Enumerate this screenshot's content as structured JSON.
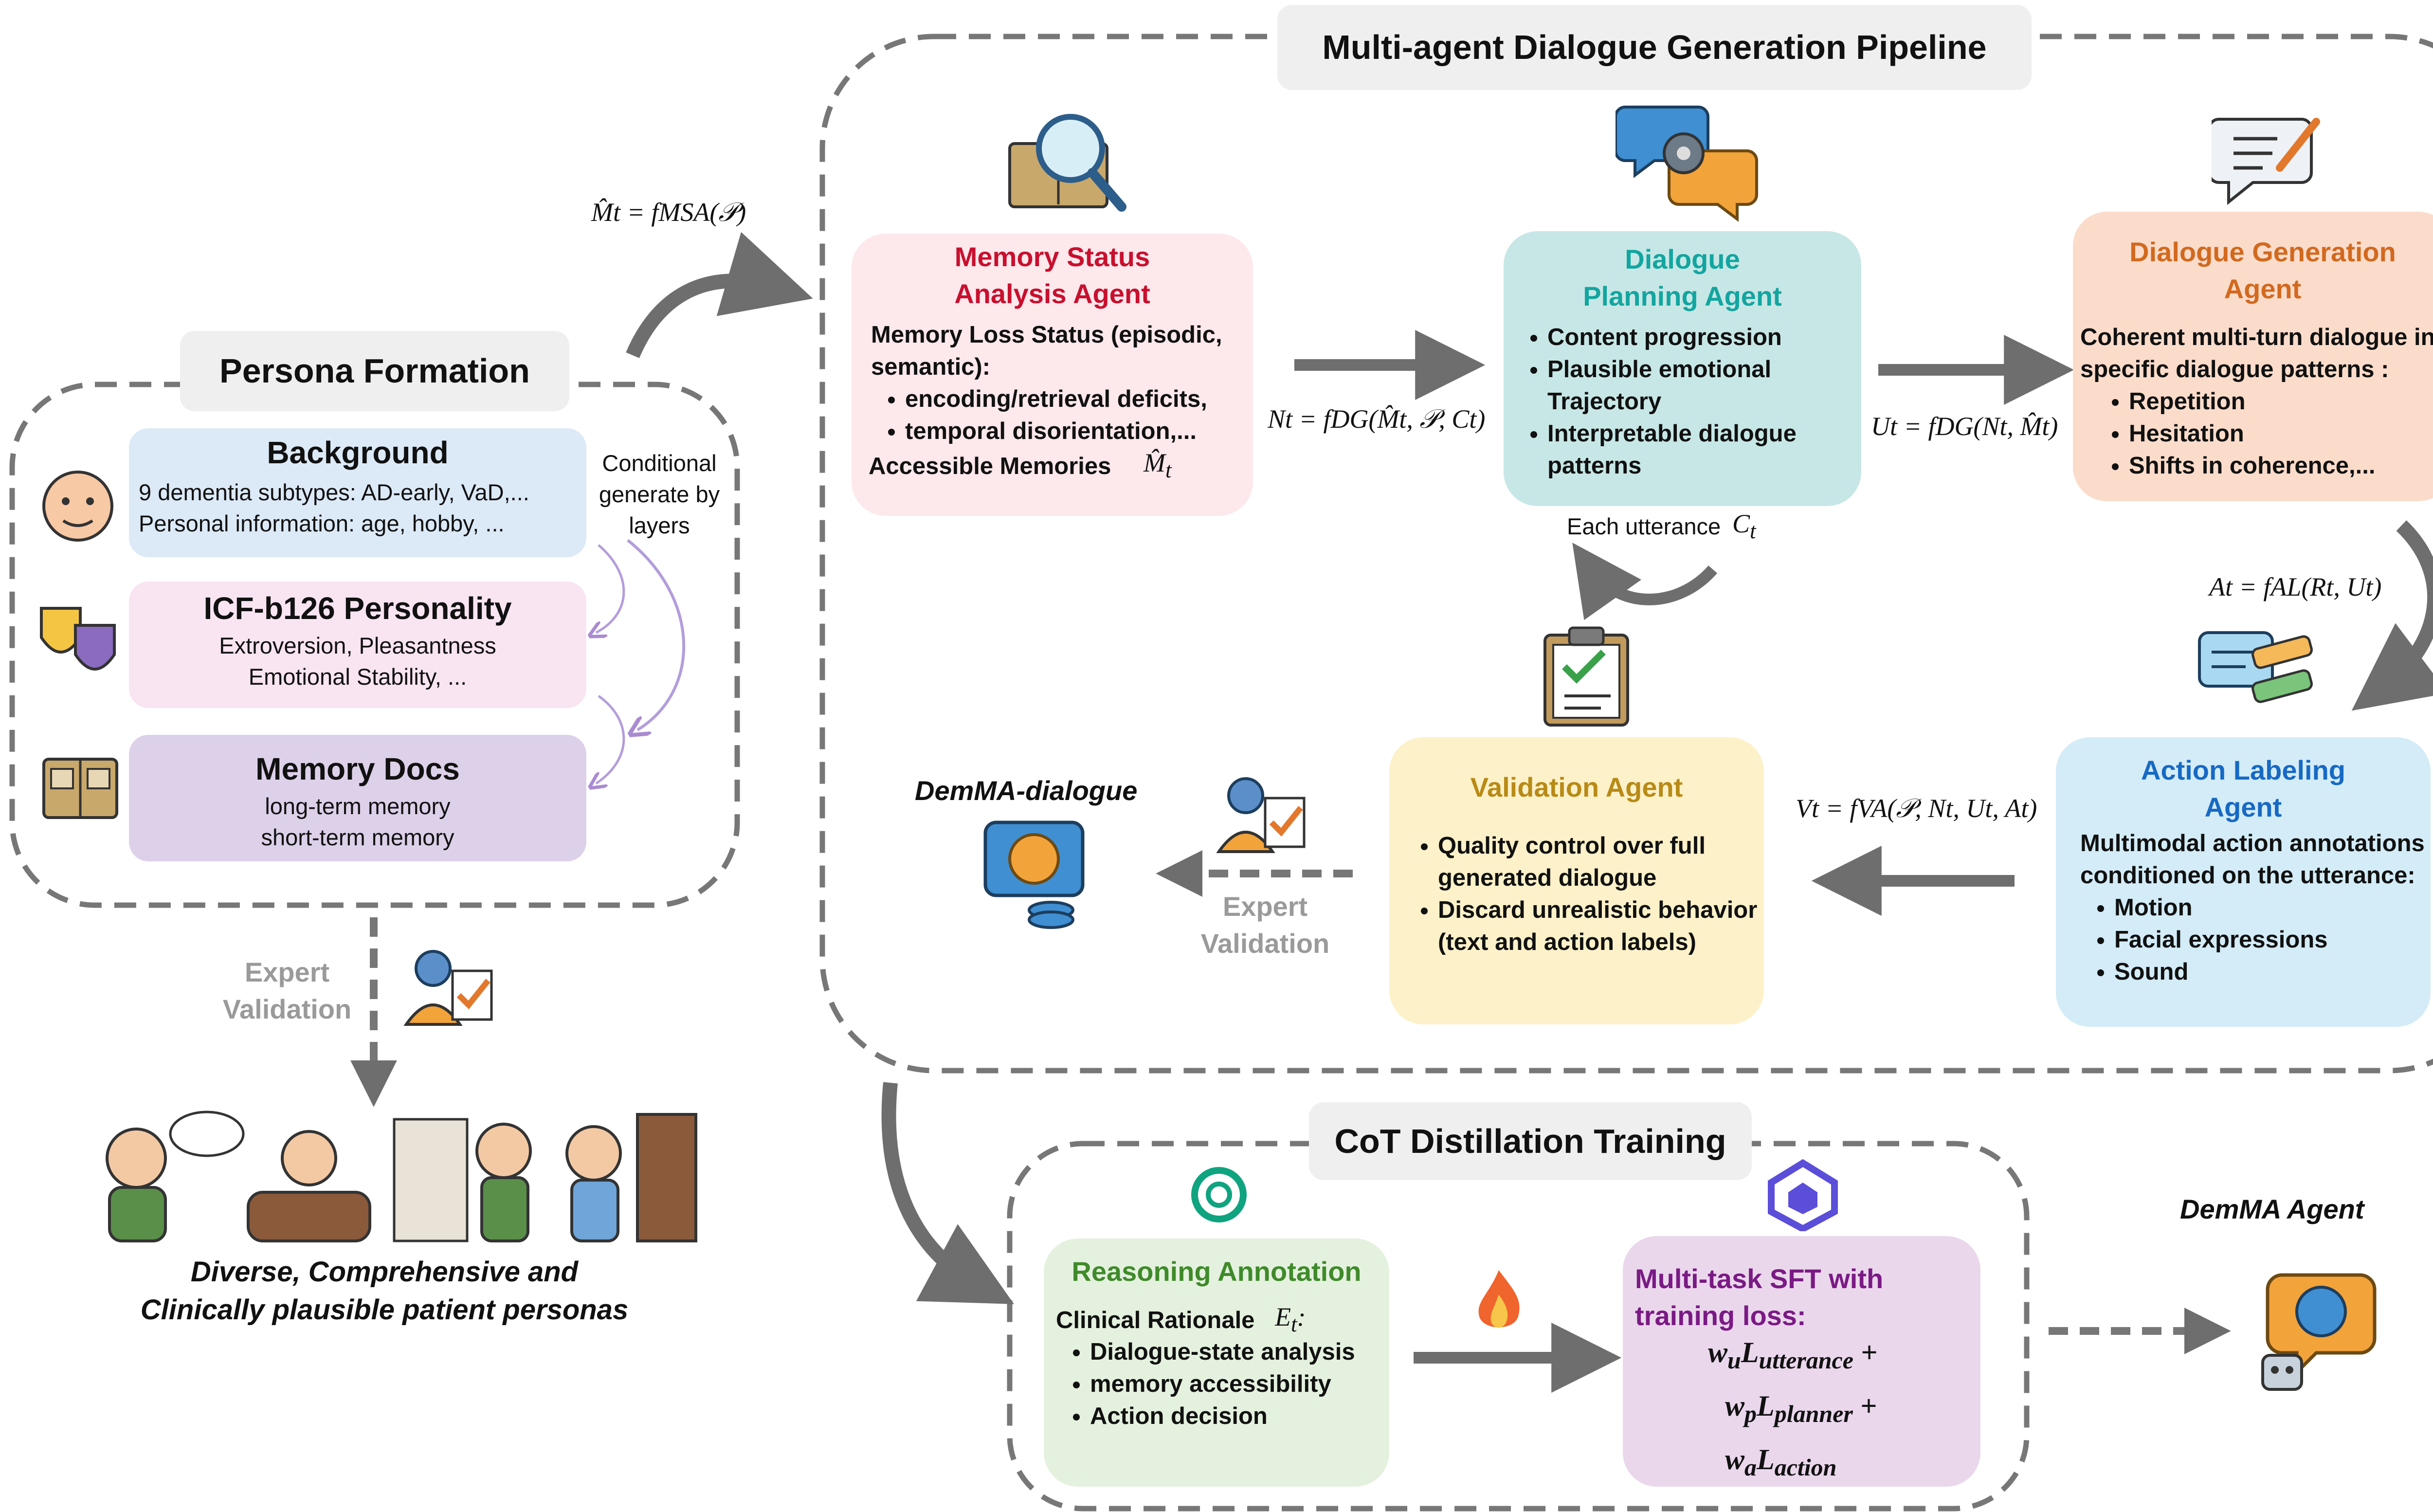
{
  "pipeline": {
    "title": "Multi-agent Dialogue  Generation Pipeline",
    "memory_agent": {
      "title_lines": [
        "Memory Status",
        "Analysis Agent"
      ],
      "intro": "Memory Loss Status (episodic, semantic):",
      "bullets": [
        "encoding/retrieval deficits,",
        "temporal disorientation,..."
      ],
      "footer": "Accessible Memories"
    },
    "planning_agent": {
      "title_lines": [
        "Dialogue",
        "Planning Agent"
      ],
      "bullets": [
        "Content progression",
        "Plausible emotional Trajectory",
        "Interpretable  dialogue patterns"
      ]
    },
    "generation_agent": {
      "title_lines": [
        "Dialogue Generation",
        "Agent"
      ],
      "intro": "Coherent multi-turn dialogue in specific dialogue patterns :",
      "bullets": [
        "Repetition",
        "Hesitation",
        "Shifts in coherence,..."
      ]
    },
    "action_agent": {
      "title_lines": [
        "Action Labeling",
        "Agent"
      ],
      "intro": "Multimodal action annotations conditioned on the utterance:",
      "bullets": [
        "Motion",
        "Facial expressions",
        "Sound"
      ]
    },
    "validation_agent": {
      "title": "Validation Agent",
      "bullets": [
        "Quality control over full generated dialogue",
        "Discard unrealistic behavior (text and action labels)"
      ]
    },
    "each_utterance": "Each utterance",
    "expert_validation_lines": [
      "Expert",
      "Validation"
    ],
    "output_label": "DemMA-dialogue"
  },
  "persona": {
    "title": "Persona Formation",
    "background": {
      "title": "Background",
      "lines": [
        "9 dementia subtypes: AD-early, VaD,...",
        "Personal information: age, hobby, ..."
      ]
    },
    "personality": {
      "title": "ICF-b126 Personality",
      "lines": [
        "Extroversion, Pleasantness",
        "Emotional Stability, ..."
      ]
    },
    "memory_docs": {
      "title": "Memory Docs",
      "lines": [
        "long-term memory",
        "short-term memory"
      ]
    },
    "conditional_lines": [
      "Conditional",
      "generate by",
      "layers"
    ],
    "expert_validation_lines": [
      "Expert",
      "Validation"
    ],
    "caption_lines": [
      "Diverse, Comprehensive and",
      "Clinically plausible patient personas"
    ]
  },
  "cot": {
    "title": "CoT Distillation Training",
    "reasoning": {
      "title": "Reasoning Annotation",
      "intro": "Clinical Rationale",
      "bullets": [
        "Dialogue-state analysis",
        "memory accessibility",
        "Action decision"
      ]
    },
    "sft": {
      "title_lines": [
        "Multi-task SFT with",
        "training loss:"
      ],
      "loss_terms": [
        "utterance",
        "planner",
        "action"
      ]
    },
    "agent_label": "DemMA Agent"
  },
  "formulas": {
    "mt": "M̂t = fMSA(𝒫)",
    "nt": "Nt = fDG(M̂t, 𝒫, Ct)",
    "ut": "Ut = fDG(Nt, M̂t)",
    "at": "At = fAL(Rt, Ut)",
    "vt": "Vt = fVA(𝒫, Nt, Ut, At)"
  },
  "colors": {
    "memory_bg": "#fde8ec",
    "memory_title": "#c8102e",
    "planning_bg": "#c7e7e6",
    "planning_title": "#13a5a0",
    "generation_bg": "#fbdccb",
    "generation_title": "#d2691e",
    "action_bg": "#d3ecf7",
    "action_title": "#1769c4",
    "validation_bg": "#fdf1c9",
    "validation_title": "#b88a16",
    "reasoning_bg": "#e5f1df",
    "reasoning_title": "#3f8a2a",
    "sft_bg": "#ead7ec",
    "sft_title": "#7a1a84",
    "background_bg": "#dce9f7",
    "personality_bg": "#f9e4f2",
    "memdocs_bg": "#ddd0e9"
  }
}
